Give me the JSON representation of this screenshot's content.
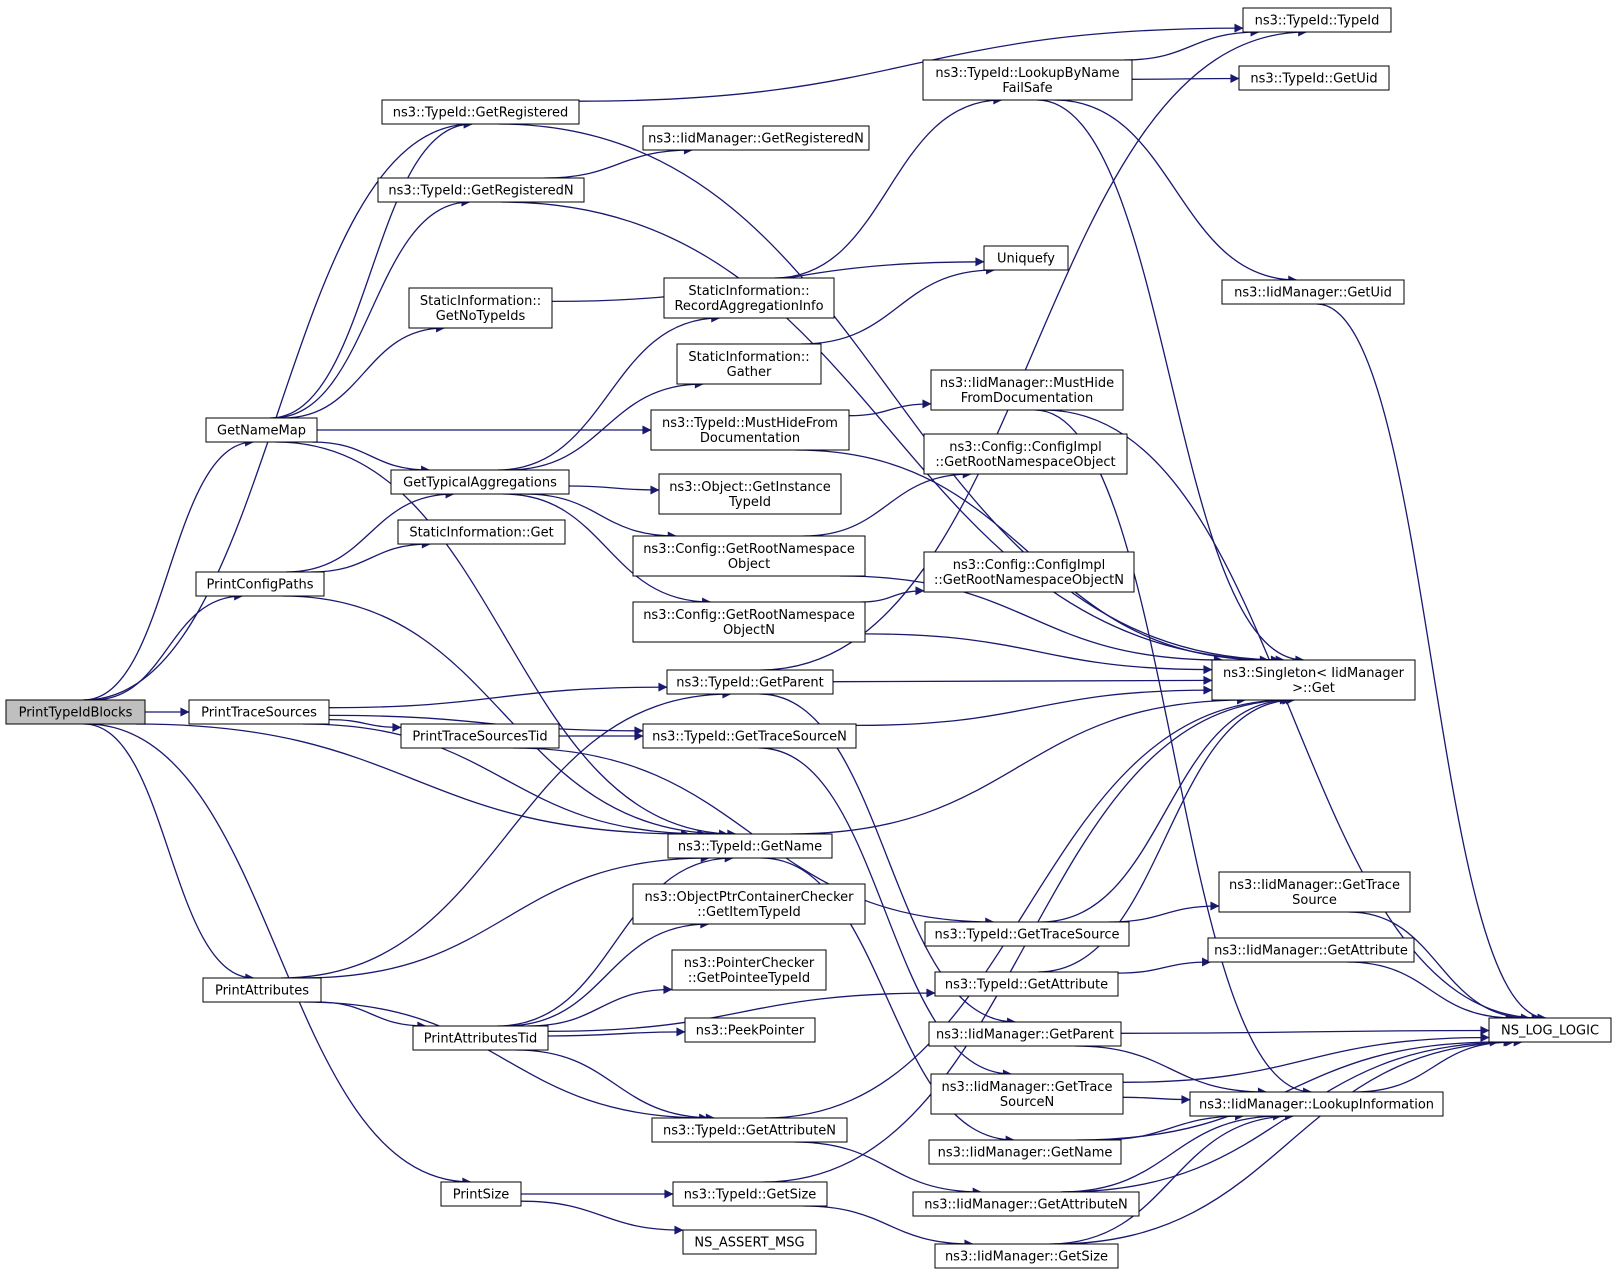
{
  "colors": {
    "edge": "#191970",
    "node_border": "#000000",
    "node_fill": "#ffffff",
    "root_fill": "#bfbfbf"
  },
  "nodes": [
    {
      "id": "root",
      "lines": [
        "PrintTypeIdBlocks"
      ],
      "root": true
    },
    {
      "id": "printtracesources",
      "lines": [
        "PrintTraceSources"
      ]
    },
    {
      "id": "printconfigpaths",
      "lines": [
        "PrintConfigPaths"
      ]
    },
    {
      "id": "getnamemap",
      "lines": [
        "GetNameMap"
      ]
    },
    {
      "id": "printattributes",
      "lines": [
        "PrintAttributes"
      ]
    },
    {
      "id": "printsize",
      "lines": [
        "PrintSize"
      ]
    },
    {
      "id": "typeid_getregistered",
      "lines": [
        "ns3::TypeId::GetRegistered"
      ]
    },
    {
      "id": "typeid_getregisteredn",
      "lines": [
        "ns3::TypeId::GetRegisteredN"
      ]
    },
    {
      "id": "static_getnotypeids",
      "lines": [
        "StaticInformation::",
        "GetNoTypeIds"
      ]
    },
    {
      "id": "gettypicalaggregations",
      "lines": [
        "GetTypicalAggregations"
      ]
    },
    {
      "id": "static_get",
      "lines": [
        "StaticInformation::Get"
      ]
    },
    {
      "id": "printtracesourcestid",
      "lines": [
        "PrintTraceSourcesTid"
      ]
    },
    {
      "id": "printattributestid",
      "lines": [
        "PrintAttributesTid"
      ]
    },
    {
      "id": "iid_getregisteredn",
      "lines": [
        "ns3::IidManager::GetRegisteredN"
      ]
    },
    {
      "id": "static_recordaggregationinfo",
      "lines": [
        "StaticInformation::",
        "RecordAggregationInfo"
      ]
    },
    {
      "id": "static_gather",
      "lines": [
        "StaticInformation::",
        "Gather"
      ]
    },
    {
      "id": "typeid_musthidefromdocumentation",
      "lines": [
        "ns3::TypeId::MustHideFrom",
        "Documentation"
      ]
    },
    {
      "id": "object_getinstancetypeid",
      "lines": [
        "ns3::Object::GetInstance",
        "TypeId"
      ]
    },
    {
      "id": "config_getrootnamespaceobject",
      "lines": [
        "ns3::Config::GetRootNamespace",
        "Object"
      ]
    },
    {
      "id": "config_getrootnamespaceobjectn",
      "lines": [
        "ns3::Config::GetRootNamespace",
        "ObjectN"
      ]
    },
    {
      "id": "typeid_getparent",
      "lines": [
        "ns3::TypeId::GetParent"
      ]
    },
    {
      "id": "typeid_gettracesourcen",
      "lines": [
        "ns3::TypeId::GetTraceSourceN"
      ]
    },
    {
      "id": "typeid_getname",
      "lines": [
        "ns3::TypeId::GetName"
      ]
    },
    {
      "id": "objectptrcontainerchecker_getitemtypeid",
      "lines": [
        "ns3::ObjectPtrContainerChecker",
        "::GetItemTypeId"
      ]
    },
    {
      "id": "pointerchecker_getpointeetypeid",
      "lines": [
        "ns3::PointerChecker",
        "::GetPointeeTypeId"
      ]
    },
    {
      "id": "peekpointer",
      "lines": [
        "ns3::PeekPointer"
      ]
    },
    {
      "id": "typeid_getattributen",
      "lines": [
        "ns3::TypeId::GetAttributeN"
      ]
    },
    {
      "id": "typeid_getsize",
      "lines": [
        "ns3::TypeId::GetSize"
      ]
    },
    {
      "id": "ns_assert_msg",
      "lines": [
        "NS_ASSERT_MSG"
      ]
    },
    {
      "id": "typeid_lookupbynamefailsafe",
      "lines": [
        "ns3::TypeId::LookupByName",
        "FailSafe"
      ]
    },
    {
      "id": "uniquefy",
      "lines": [
        "Uniquefy"
      ]
    },
    {
      "id": "iid_musthidefromdocumentation",
      "lines": [
        "ns3::IidManager::MustHide",
        "FromDocumentation"
      ]
    },
    {
      "id": "configimpl_getrootnamespaceobject",
      "lines": [
        "ns3::Config::ConfigImpl",
        "::GetRootNamespaceObject"
      ]
    },
    {
      "id": "configimpl_getrootnamespaceobjectn",
      "lines": [
        "ns3::Config::ConfigImpl",
        "::GetRootNamespaceObjectN"
      ]
    },
    {
      "id": "typeid_gettracesource",
      "lines": [
        "ns3::TypeId::GetTraceSource"
      ]
    },
    {
      "id": "typeid_getattribute",
      "lines": [
        "ns3::TypeId::GetAttribute"
      ]
    },
    {
      "id": "iid_getparent",
      "lines": [
        "ns3::IidManager::GetParent"
      ]
    },
    {
      "id": "iid_gettracesourcen",
      "lines": [
        "ns3::IidManager::GetTrace",
        "SourceN"
      ]
    },
    {
      "id": "iid_getname",
      "lines": [
        "ns3::IidManager::GetName"
      ]
    },
    {
      "id": "iid_getattributen",
      "lines": [
        "ns3::IidManager::GetAttributeN"
      ]
    },
    {
      "id": "iid_getsize",
      "lines": [
        "ns3::IidManager::GetSize"
      ]
    },
    {
      "id": "typeid_typeid",
      "lines": [
        "ns3::TypeId::TypeId"
      ]
    },
    {
      "id": "typeid_getuid",
      "lines": [
        "ns3::TypeId::GetUid"
      ]
    },
    {
      "id": "iid_getuid",
      "lines": [
        "ns3::IidManager::GetUid"
      ]
    },
    {
      "id": "singleton_get",
      "lines": [
        "ns3::Singleton< IidManager",
        " >::Get"
      ]
    },
    {
      "id": "iid_gettracesource",
      "lines": [
        "ns3::IidManager::GetTrace",
        "Source"
      ]
    },
    {
      "id": "iid_getattribute",
      "lines": [
        "ns3::IidManager::GetAttribute"
      ]
    },
    {
      "id": "iid_lookupinformation",
      "lines": [
        "ns3::IidManager::LookupInformation"
      ]
    },
    {
      "id": "ns_log_logic",
      "lines": [
        "NS_LOG_LOGIC"
      ]
    }
  ]
}
